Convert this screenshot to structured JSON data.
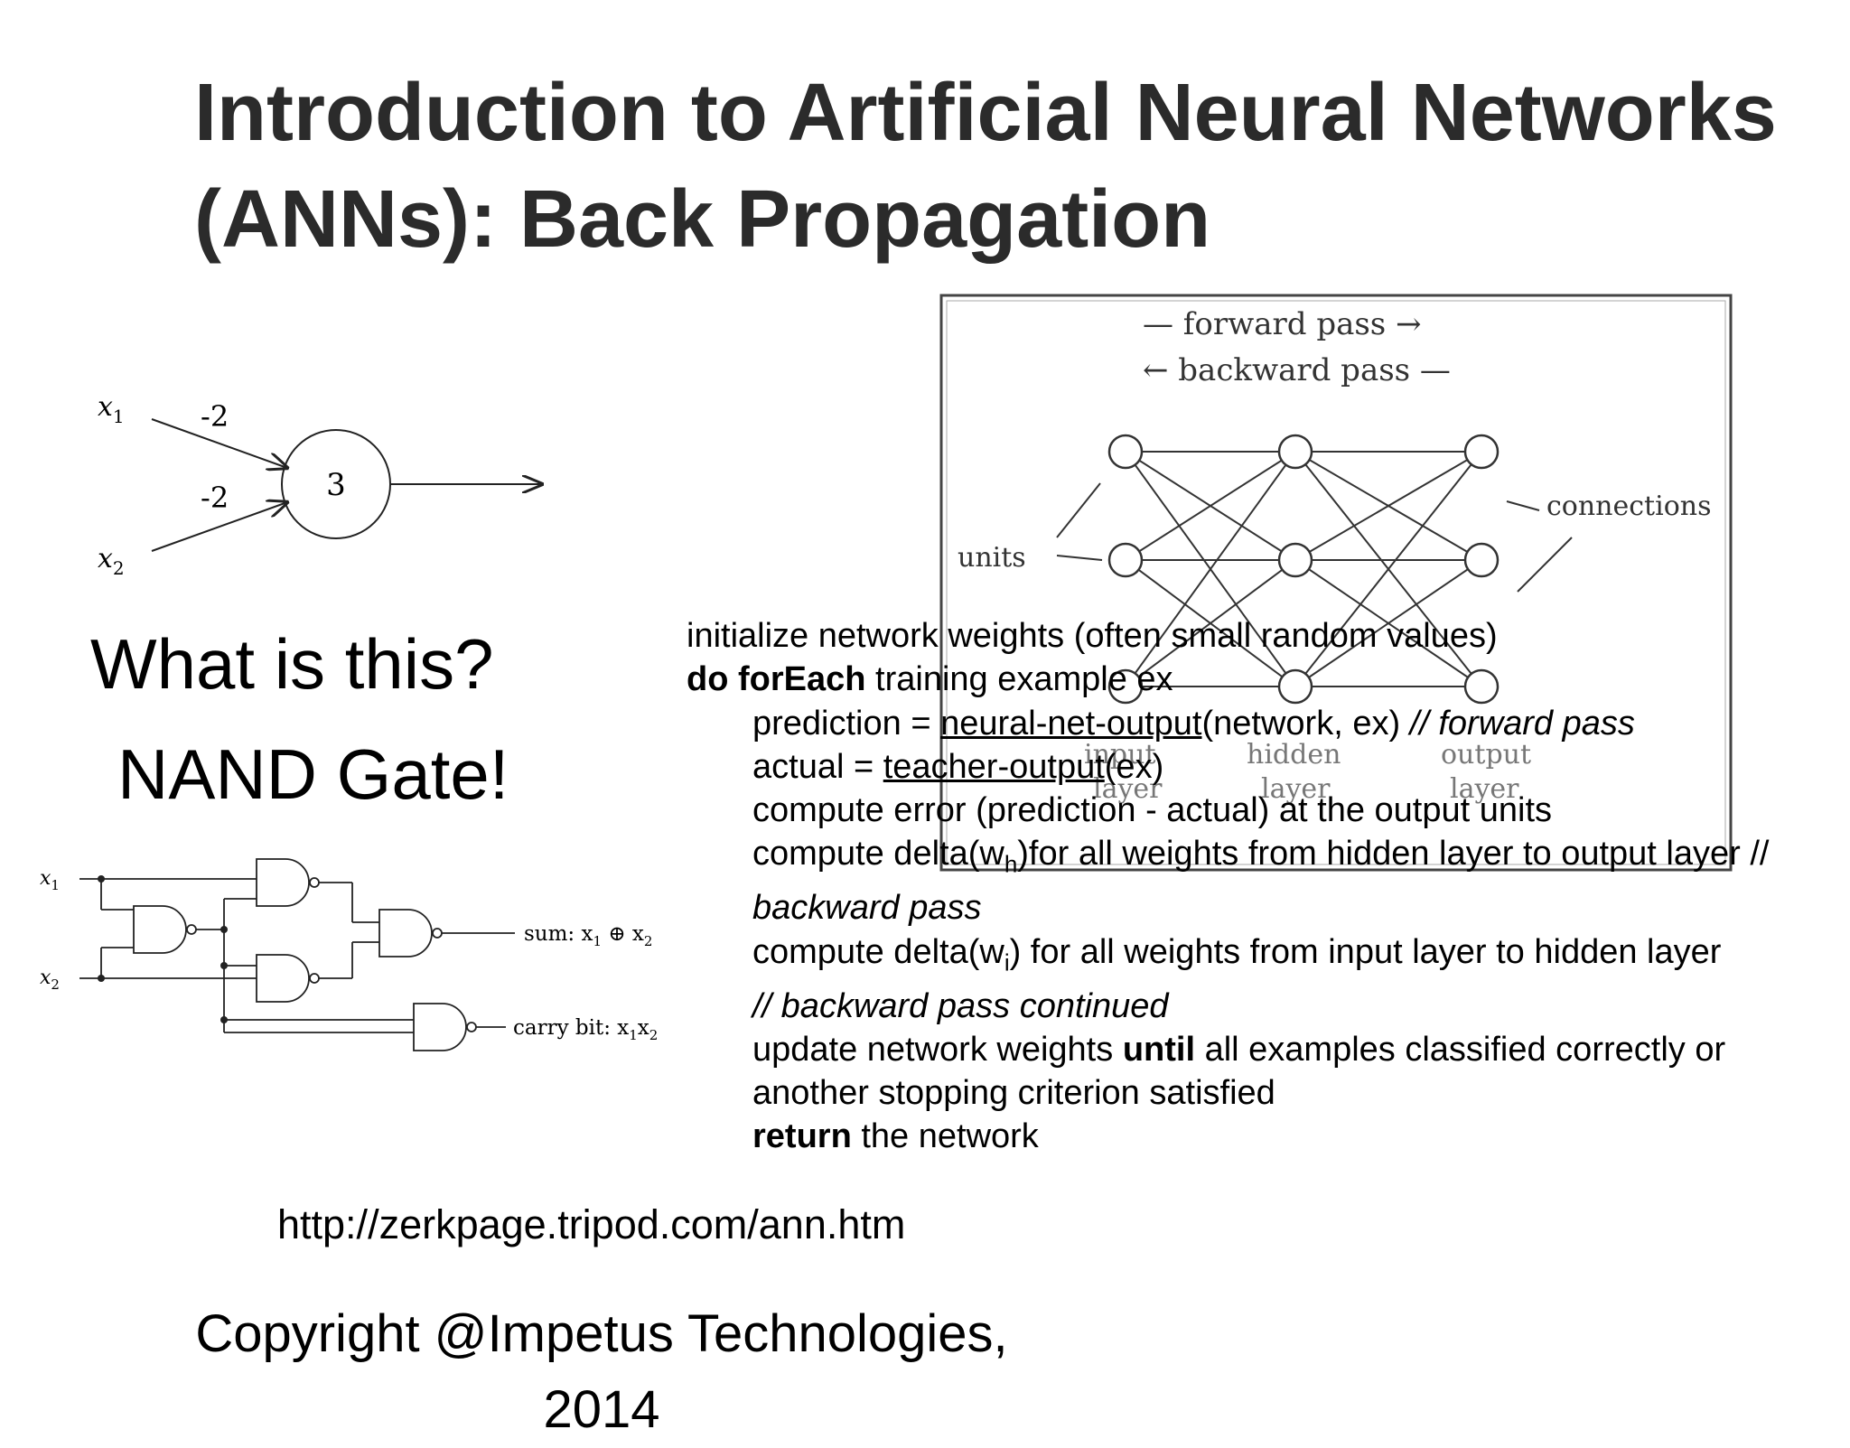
{
  "slide": {
    "title_line1": "Introduction to Artificial Neural Networks",
    "title_line2": "(ANNs): Back Propagation",
    "question": "What is this?",
    "answer": "NAND Gate!",
    "url": "http://zerkpage.tripod.com/ann.htm",
    "copyright_line1": "Copyright @Impetus Technologies,",
    "copyright_line2": "2014"
  },
  "perceptron": {
    "x1": "x",
    "x1_sub": "1",
    "x2": "x",
    "x2_sub": "2",
    "w1": "-2",
    "w2": "-2",
    "bias": "3"
  },
  "nand_circuit": {
    "x1": "x",
    "x1_sub": "1",
    "x2": "x",
    "x2_sub": "2",
    "sum_label": "sum: x",
    "sum_sub1": "1",
    "sum_op": " ⊕ x",
    "sum_sub2": "2",
    "carry_label": "carry bit: x",
    "carry_sub1": "1",
    "carry_x": "x",
    "carry_sub2": "2"
  },
  "network_figure": {
    "forward": "— forward pass →",
    "backward": "← backward pass —",
    "units": "units",
    "connections": "connections",
    "input_layer_1": "input",
    "input_layer_2": "layer",
    "hidden_layer_1": "hidden",
    "hidden_layer_2": "layer",
    "output_layer_1": "output",
    "output_layer_2": "layer"
  },
  "algorithm": {
    "l1": "initialize network weights (often small random values)",
    "l2_kw": "do forEach",
    "l2_rest": " training example ex",
    "l3_a": "prediction = ",
    "l3_u": "neural-net-output",
    "l3_b": "(network, ex) ",
    "l3_c": "// forward pass",
    "l4_a": "actual = ",
    "l4_u": "teacher-output",
    "l4_b": "(ex)",
    "l5": "compute error (prediction - actual) at the output units",
    "l6_a": "compute delta(w",
    "l6_sub": "h",
    "l6_b": ")for all weights from hidden layer to output layer //",
    "l7": "backward pass",
    "l8_a": "compute delta(w",
    "l8_sub": "i",
    "l8_b": ") for all weights from input layer to hidden layer",
    "l9": "// backward pass continued",
    "l10_a": "update network weights ",
    "l10_kw": "until",
    "l10_b": " all examples classified correctly or",
    "l11": "another stopping criterion satisfied",
    "l12_kw": "return",
    "l12_b": " the network"
  }
}
